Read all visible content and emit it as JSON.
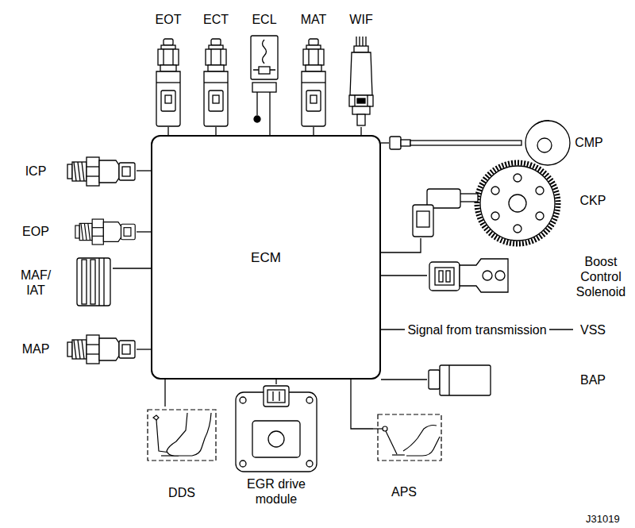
{
  "diagram": {
    "nodes": [
      {
        "text": [
          "EOT"
        ]
      },
      {
        "text": [
          "ECT"
        ]
      },
      {
        "text": [
          "ECL"
        ]
      },
      {
        "text": [
          "MAT"
        ]
      },
      {
        "text": [
          "WIF"
        ]
      },
      {
        "text": [
          "ICP"
        ]
      },
      {
        "text": [
          "CMP"
        ]
      },
      {
        "text": [
          "CKP"
        ]
      },
      {
        "text": [
          "EOP"
        ]
      },
      {
        "text": [
          "ECM"
        ]
      },
      {
        "text": [
          "MAF/ IAT"
        ]
      },
      {
        "text": [
          "Boost Control Solenoid"
        ]
      },
      {
        "text": [
          "VSS"
        ]
      },
      {
        "text": [
          "MAP"
        ]
      },
      {
        "text": [
          "BAP"
        ]
      },
      {
        "text": [
          "DDS"
        ]
      },
      {
        "text": [
          "EGR drive module"
        ]
      },
      {
        "text": [
          "APS"
        ]
      }
    ],
    "edges": [
      {
        "from": 0,
        "to": 9,
        "arrow": "none"
      },
      {
        "from": 1,
        "to": 9,
        "arrow": "none"
      },
      {
        "from": 2,
        "to": 9,
        "arrow": "none"
      },
      {
        "from": 3,
        "to": 9,
        "arrow": "none"
      },
      {
        "from": 4,
        "to": 9,
        "arrow": "none"
      },
      {
        "from": 5,
        "to": 9,
        "arrow": "none"
      },
      {
        "from": 6,
        "to": 9,
        "arrow": "none"
      },
      {
        "from": 7,
        "to": 9,
        "arrow": "none"
      },
      {
        "from": 8,
        "to": 9,
        "arrow": "none"
      },
      {
        "from": 10,
        "to": 9,
        "arrow": "none"
      },
      {
        "from": 11,
        "to": 9,
        "arrow": "none"
      },
      {
        "from": 12,
        "to": 9,
        "arrow": "none",
        "label": "Signal from transmission"
      },
      {
        "from": 13,
        "to": 9,
        "arrow": "none"
      },
      {
        "from": 14,
        "to": 9,
        "arrow": "none"
      },
      {
        "from": 15,
        "to": 9,
        "arrow": "none"
      },
      {
        "from": 16,
        "to": 9,
        "arrow": "none"
      },
      {
        "from": 17,
        "to": 9,
        "arrow": "none"
      }
    ],
    "labels": [
      "J31019"
    ]
  }
}
